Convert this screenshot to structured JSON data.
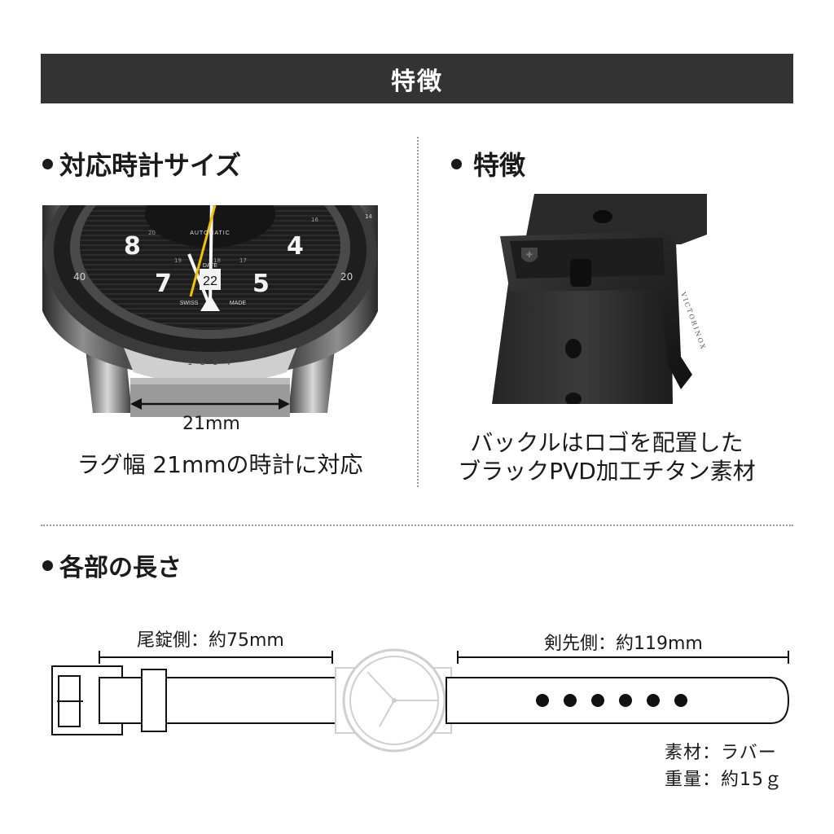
{
  "banner": {
    "title": "特徴"
  },
  "left_section": {
    "heading": "対応時計サイズ",
    "measure_label": "21mm",
    "caption": "ラグ幅 21mmの時計に対応",
    "watch": {
      "numerals": [
        "8",
        "4",
        "7",
        "5"
      ],
      "date": "22",
      "date_label": "DATE",
      "automatic_label": "AUTOMATIC",
      "swiss_label": "SWISS",
      "made_label": "MADE",
      "case_engraving": "1 8 8 4",
      "bezel_marks": [
        "40",
        "20",
        "16",
        "17",
        "18",
        "19",
        "20",
        "14"
      ]
    }
  },
  "right_section": {
    "heading": "特徴",
    "caption_line1": "バックルはロゴを配置した",
    "caption_line2": "ブラックPVD加工チタン素材",
    "buckle_engraving": "VICTORINOX"
  },
  "lengths_section": {
    "heading": "各部の長さ",
    "buckle_side_label": "尾錠側：約75mm",
    "tip_side_label": "剣先側：約119mm",
    "hole_count": 6,
    "material": "素材：ラバー",
    "weight": "重量：約15ｇ"
  },
  "colors": {
    "banner_bg": "#333333",
    "banner_text": "#ffffff",
    "accent_hand": "#f2c200",
    "text": "#1a1a1a"
  }
}
